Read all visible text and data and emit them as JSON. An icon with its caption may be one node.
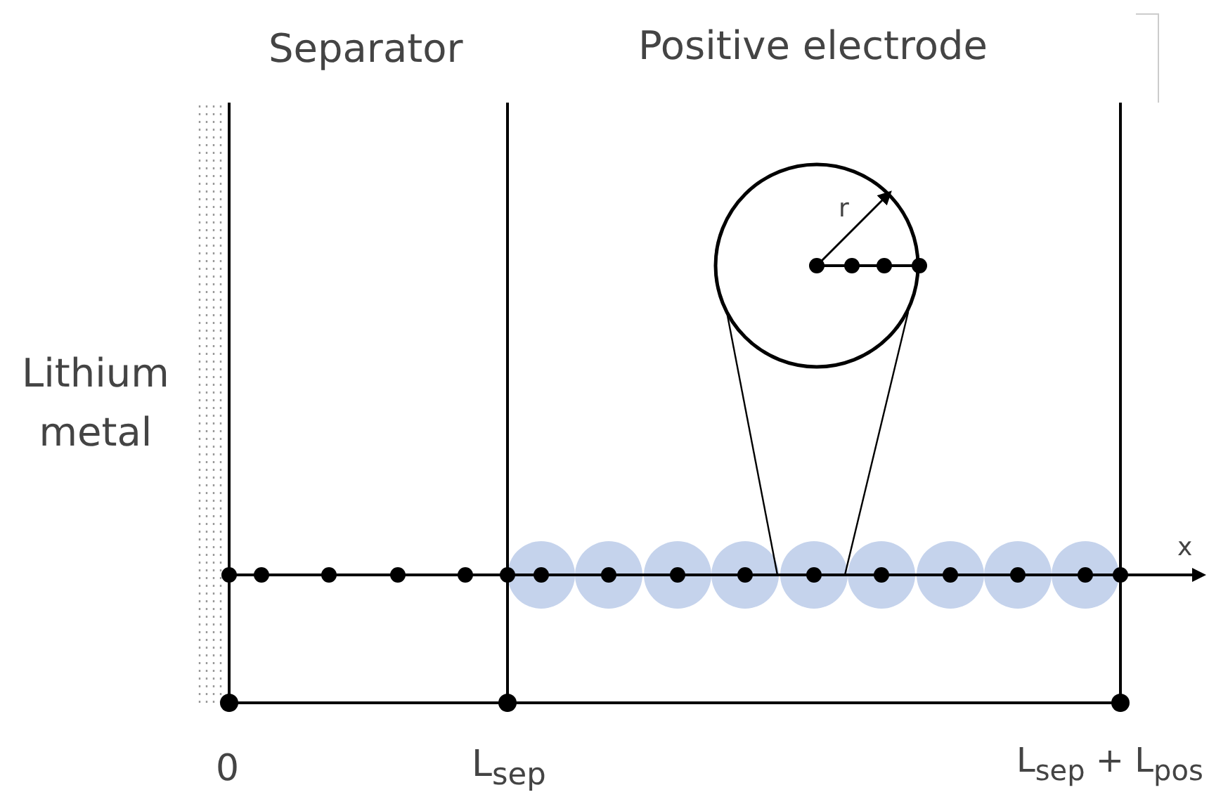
{
  "diagram": {
    "labels": [
      "Separator",
      "Positive electrode",
      "Lithium metal",
      "r",
      "x",
      "0",
      "L$_{sep}$",
      "L$_{sep}$ + L$_{pos}$"
    ]
  }
}
